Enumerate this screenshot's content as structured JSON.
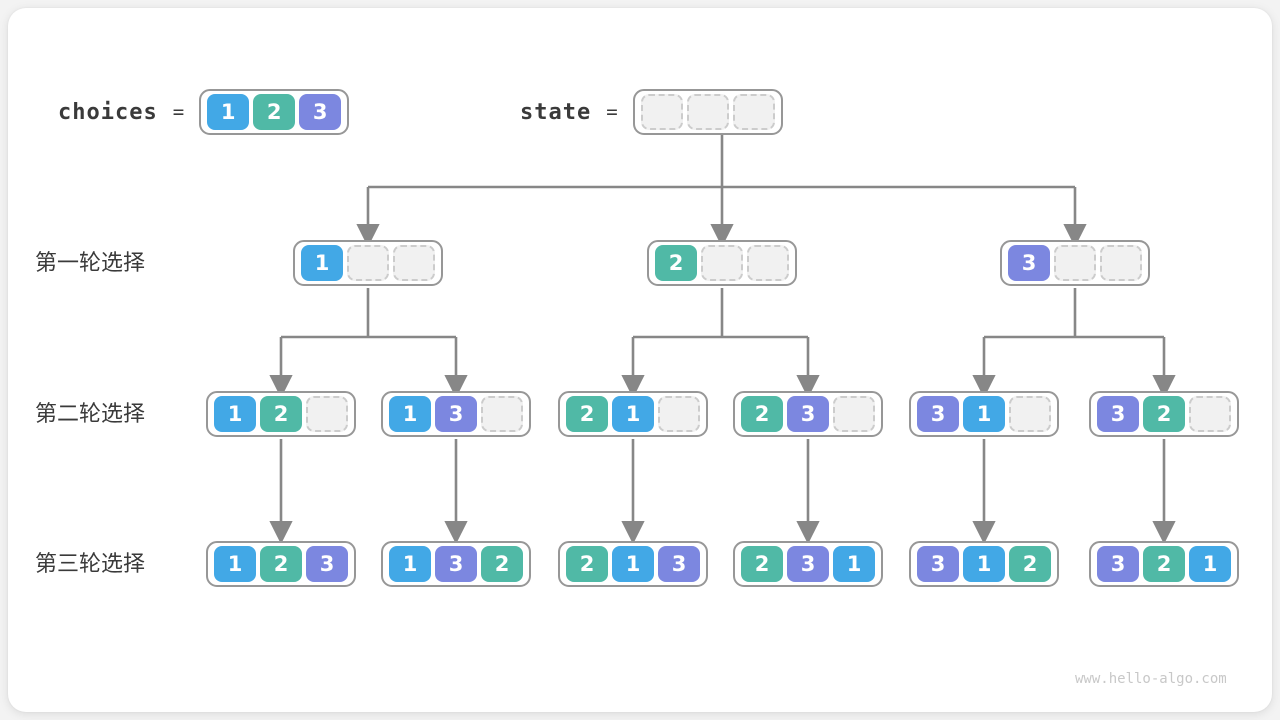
{
  "colors": {
    "blue": "#42a8e6",
    "teal": "#50b9a6",
    "purple": "#7c87e0",
    "arrow": "#878787",
    "node-border": "#979797",
    "empty-cell-bg": "#f1f1f1",
    "empty-cell-border": "#cccccc",
    "text": "#3a3a3a",
    "watermark": "#c8c8c8"
  },
  "header": {
    "choices_label": "choices",
    "equals": "=",
    "choices": [
      "1",
      "2",
      "3"
    ],
    "state_label": "state",
    "state": [
      "",
      "",
      ""
    ]
  },
  "rows": [
    {
      "label": "第一轮选择",
      "nodes": [
        [
          "1",
          "",
          ""
        ],
        [
          "2",
          "",
          ""
        ],
        [
          "3",
          "",
          ""
        ]
      ]
    },
    {
      "label": "第二轮选择",
      "nodes": [
        [
          "1",
          "2",
          ""
        ],
        [
          "1",
          "3",
          ""
        ],
        [
          "2",
          "1",
          ""
        ],
        [
          "2",
          "3",
          ""
        ],
        [
          "3",
          "1",
          ""
        ],
        [
          "3",
          "2",
          ""
        ]
      ]
    },
    {
      "label": "第三轮选择",
      "nodes": [
        [
          "1",
          "2",
          "3"
        ],
        [
          "1",
          "3",
          "2"
        ],
        [
          "2",
          "1",
          "3"
        ],
        [
          "2",
          "3",
          "1"
        ],
        [
          "3",
          "1",
          "2"
        ],
        [
          "3",
          "2",
          "1"
        ]
      ]
    }
  ],
  "watermark": "www.hello-algo.com"
}
